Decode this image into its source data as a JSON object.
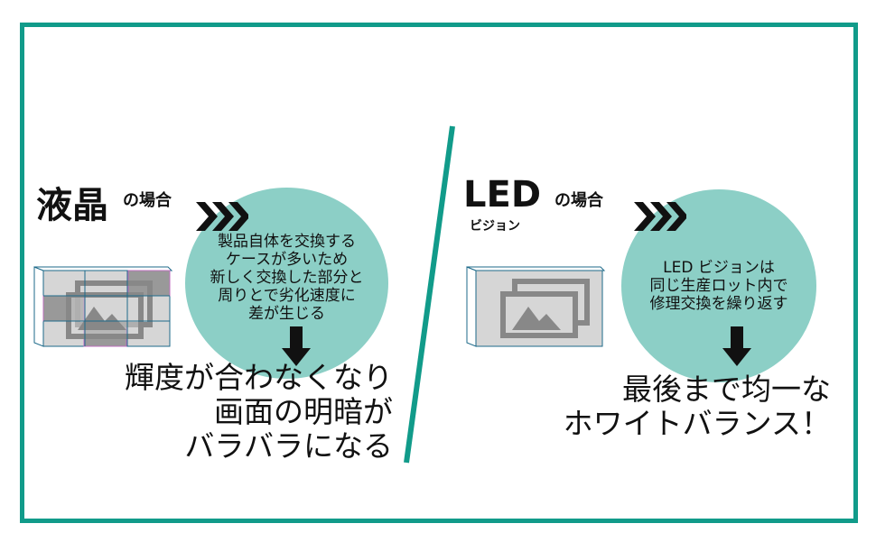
{
  "colors": {
    "frame": "#119b8a",
    "circle": "#8ccfc6"
  },
  "left": {
    "title_main": "液晶",
    "title_sub": "の場合",
    "circle_text": "製品自体を交換する\nケースが多いため\n新しく交換した部分と\n周りとで劣化速度に\n差が生じる",
    "result": "輝度が合わなくなり\n画面の明暗が\nバラバラになる"
  },
  "right": {
    "title_main": "LED",
    "title_sub": "の場合",
    "title_small": "ビジョン",
    "circle_text": "LED ビジョンは\n同じ生産ロット内で\n修理交換を繰り返す",
    "result": "最後まで均一な\nホワイトバランス！"
  }
}
